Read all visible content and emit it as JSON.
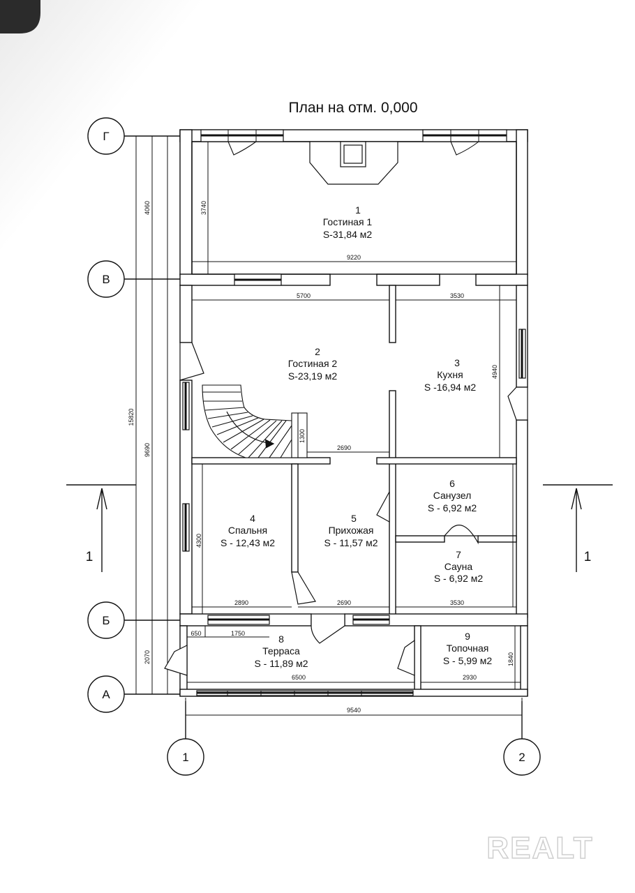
{
  "title": "План на отм. 0,000",
  "axes_letters": [
    "Г",
    "В",
    "Б",
    "А"
  ],
  "axes_numbers": [
    "1",
    "2"
  ],
  "section_mark": "1",
  "rooms": [
    {
      "num": "1",
      "name": "Гостиная 1",
      "area": "S-31,84 м2"
    },
    {
      "num": "2",
      "name": "Гостиная 2",
      "area": "S-23,19 м2"
    },
    {
      "num": "3",
      "name": "Кухня",
      "area": "S -16,94 м2"
    },
    {
      "num": "4",
      "name": "Спальня",
      "area": "S - 12,43 м2"
    },
    {
      "num": "5",
      "name": "Прихожая",
      "area": "S - 11,57 м2"
    },
    {
      "num": "6",
      "name": "Санузел",
      "area": "S - 6,92 м2"
    },
    {
      "num": "7",
      "name": "Сауна",
      "area": "S - 6,92 м2"
    },
    {
      "num": "8",
      "name": "Терраса",
      "area": "S - 11,89 м2"
    },
    {
      "num": "9",
      "name": "Топочная",
      "area": "S - 5,99 м2"
    }
  ],
  "dimensions": {
    "d9220": "9220",
    "d3740": "3740",
    "d4060": "4060",
    "d5700": "5700",
    "d3530a": "3530",
    "d4940": "4940",
    "d15820": "15820",
    "d9690": "9690",
    "d1300": "1300",
    "d2690a": "2690",
    "d4300": "4300",
    "d2890": "2890",
    "d2690b": "2690",
    "d3530b": "3530",
    "d650": "650",
    "d1750": "1750",
    "d2070": "2070",
    "d6500": "6500",
    "d2930": "2930",
    "d1840": "1840",
    "d9540": "9540"
  },
  "watermark": "REALT"
}
